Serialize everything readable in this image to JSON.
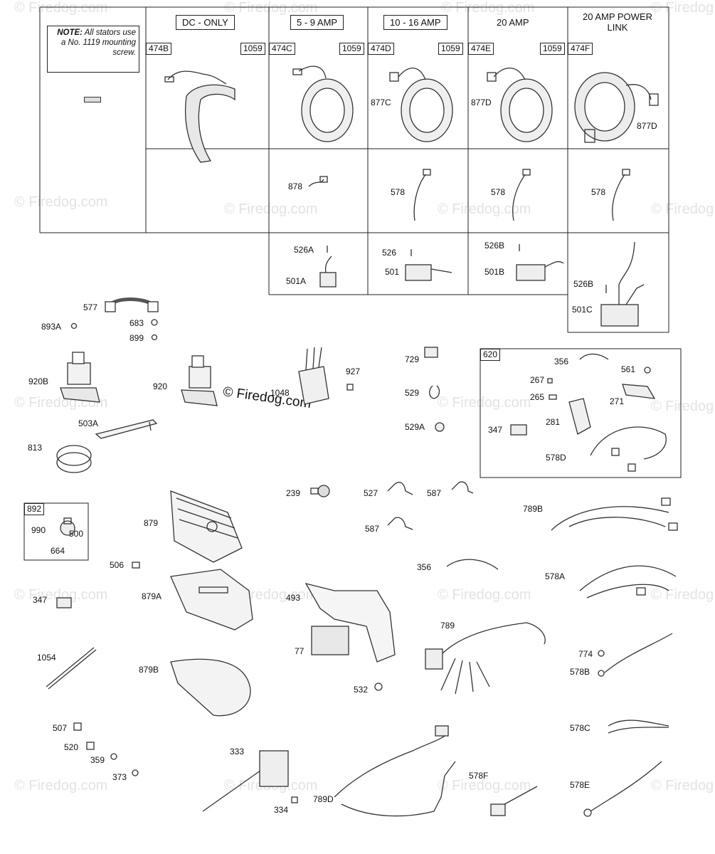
{
  "watermark": "© Firedog.com",
  "note": {
    "prefix": "NOTE:",
    "text": "All stators use a No. 1119 mounting screw."
  },
  "stator_table": {
    "columns": [
      {
        "header": "DC - ONLY",
        "code": "474B"
      },
      {
        "header": "5 - 9 AMP",
        "code": "474C"
      },
      {
        "header": "10 - 16 AMP",
        "code": "474D"
      },
      {
        "header": "20 AMP",
        "code": "474E"
      },
      {
        "header": "20 AMP POWER LINK",
        "code": "474F"
      }
    ],
    "screw_code": "1059"
  },
  "labels": {
    "877C": "877C",
    "877D_a": "877D",
    "877D_b": "877D",
    "878": "878",
    "578_a": "578",
    "578_b": "578",
    "578_c": "578",
    "526A": "526A",
    "501A": "501A",
    "526": "526",
    "501": "501",
    "526B_a": "526B",
    "501B": "501B",
    "526B_b": "526B",
    "501C": "501C",
    "577": "577",
    "893A": "893A",
    "683": "683",
    "899": "899",
    "920B": "920B",
    "920": "920",
    "1048": "1048",
    "927": "927",
    "729": "729",
    "529": "529",
    "529A": "529A",
    "620": "620",
    "356_a": "356",
    "561": "561",
    "267": "267",
    "265": "265",
    "271": "271",
    "281": "281",
    "347_a": "347",
    "578D": "578D",
    "503A": "503A",
    "813": "813",
    "892": "892",
    "990": "990",
    "500": "500",
    "664": "664",
    "879": "879",
    "239": "239",
    "527": "527",
    "587_a": "587",
    "587_b": "587",
    "789B": "789B",
    "506": "506",
    "356_b": "356",
    "578A": "578A",
    "347_b": "347",
    "879A": "879A",
    "493": "493",
    "789": "789",
    "77": "77",
    "774": "774",
    "578B": "578B",
    "1054": "1054",
    "879B": "879B",
    "532": "532",
    "507": "507",
    "578C": "578C",
    "520": "520",
    "359": "359",
    "333": "333",
    "373": "373",
    "578F": "578F",
    "578E": "578E",
    "789D": "789D",
    "334": "334"
  }
}
